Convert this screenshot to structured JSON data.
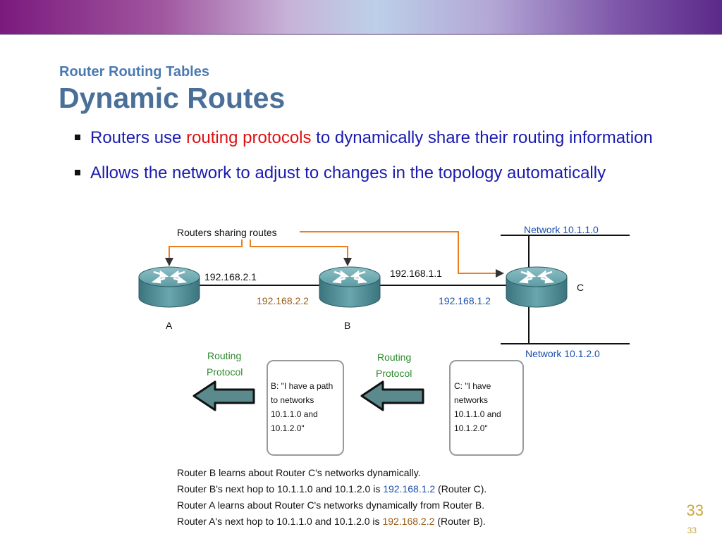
{
  "slide": {
    "subtitle": "Router Routing Tables",
    "title": "Dynamic Routes",
    "bullets": [
      {
        "before": "Routers use ",
        "highlight": "routing protocols",
        "after": " to dynamically share their routing information"
      },
      {
        "before": "Allows the network to adjust to changes in the topology automatically",
        "highlight": "",
        "after": ""
      }
    ],
    "page_number": "33",
    "page_number_small": "33"
  },
  "diagram": {
    "sharing_label": "Routers sharing routes",
    "network_top": "Network 10.1.1.0",
    "network_bottom": "Network 10.1.2.0",
    "router_a_label": "A",
    "router_b_label": "B",
    "router_c_label": "C",
    "ip_a_b": "192.168.2.1",
    "ip_b_a": "192.168.2.2",
    "ip_b_c": "192.168.1.1",
    "ip_c_b": "192.168.1.2",
    "protocol_left": [
      "Routing",
      "Protocol"
    ],
    "protocol_right": [
      "Routing",
      "Protocol"
    ],
    "msg_b": [
      "B: \"I have a path",
      "to networks",
      "10.1.1.0 and",
      "10.1.2.0\""
    ],
    "msg_c": [
      "C: \"I have",
      "networks",
      "10.1.1.0 and",
      "10.1.2.0\""
    ],
    "caption": [
      {
        "before": "Router B learns about Router C's networks dynamically.",
        "ip": "",
        "after": ""
      },
      {
        "before": "Router B's next hop to 10.1.1.0 and 10.1.2.0 is ",
        "ip": "192.168.1.2",
        "after": " (Router C)."
      },
      {
        "before": "Router A learns about Router C's networks dynamically from Router B.",
        "ip": "",
        "after": ""
      },
      {
        "before": "Router A's next hop to 10.1.1.0 and 10.1.2.0 is ",
        "ip": "192.168.2.2",
        "after": " (Router B)."
      }
    ],
    "colors": {
      "orange": "#ee7d1e",
      "blue_ip": "#1c4fae",
      "brown_ip": "#9a5a12",
      "protocol_green": "#2d8a2d",
      "router_body": "#4f8e98"
    }
  }
}
